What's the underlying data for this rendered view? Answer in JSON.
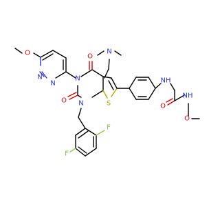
{
  "atoms": {
    "n_dimethyl": "N",
    "o_methoxy_pyridazine": "O",
    "n_pyridazine_1": "N",
    "n_pyridazine_2": "N",
    "o_carbonyl_top": "O",
    "n_pyrimidine_3": "N",
    "o_carbonyl_left": "O",
    "n_pyrimidine_1": "N",
    "s_thiophene": "S",
    "nh_aryl": "NH",
    "o_urea": "O",
    "nh_methoxy": "NH",
    "o_methoxy_urea": "O",
    "f_upper": "F",
    "f_lower": "F"
  },
  "colors": {
    "carbon": "#000000",
    "nitrogen": "#2b32d6",
    "oxygen": "#e00000",
    "sulfur": "#b8a800",
    "fluorine": "#7fc23a"
  }
}
